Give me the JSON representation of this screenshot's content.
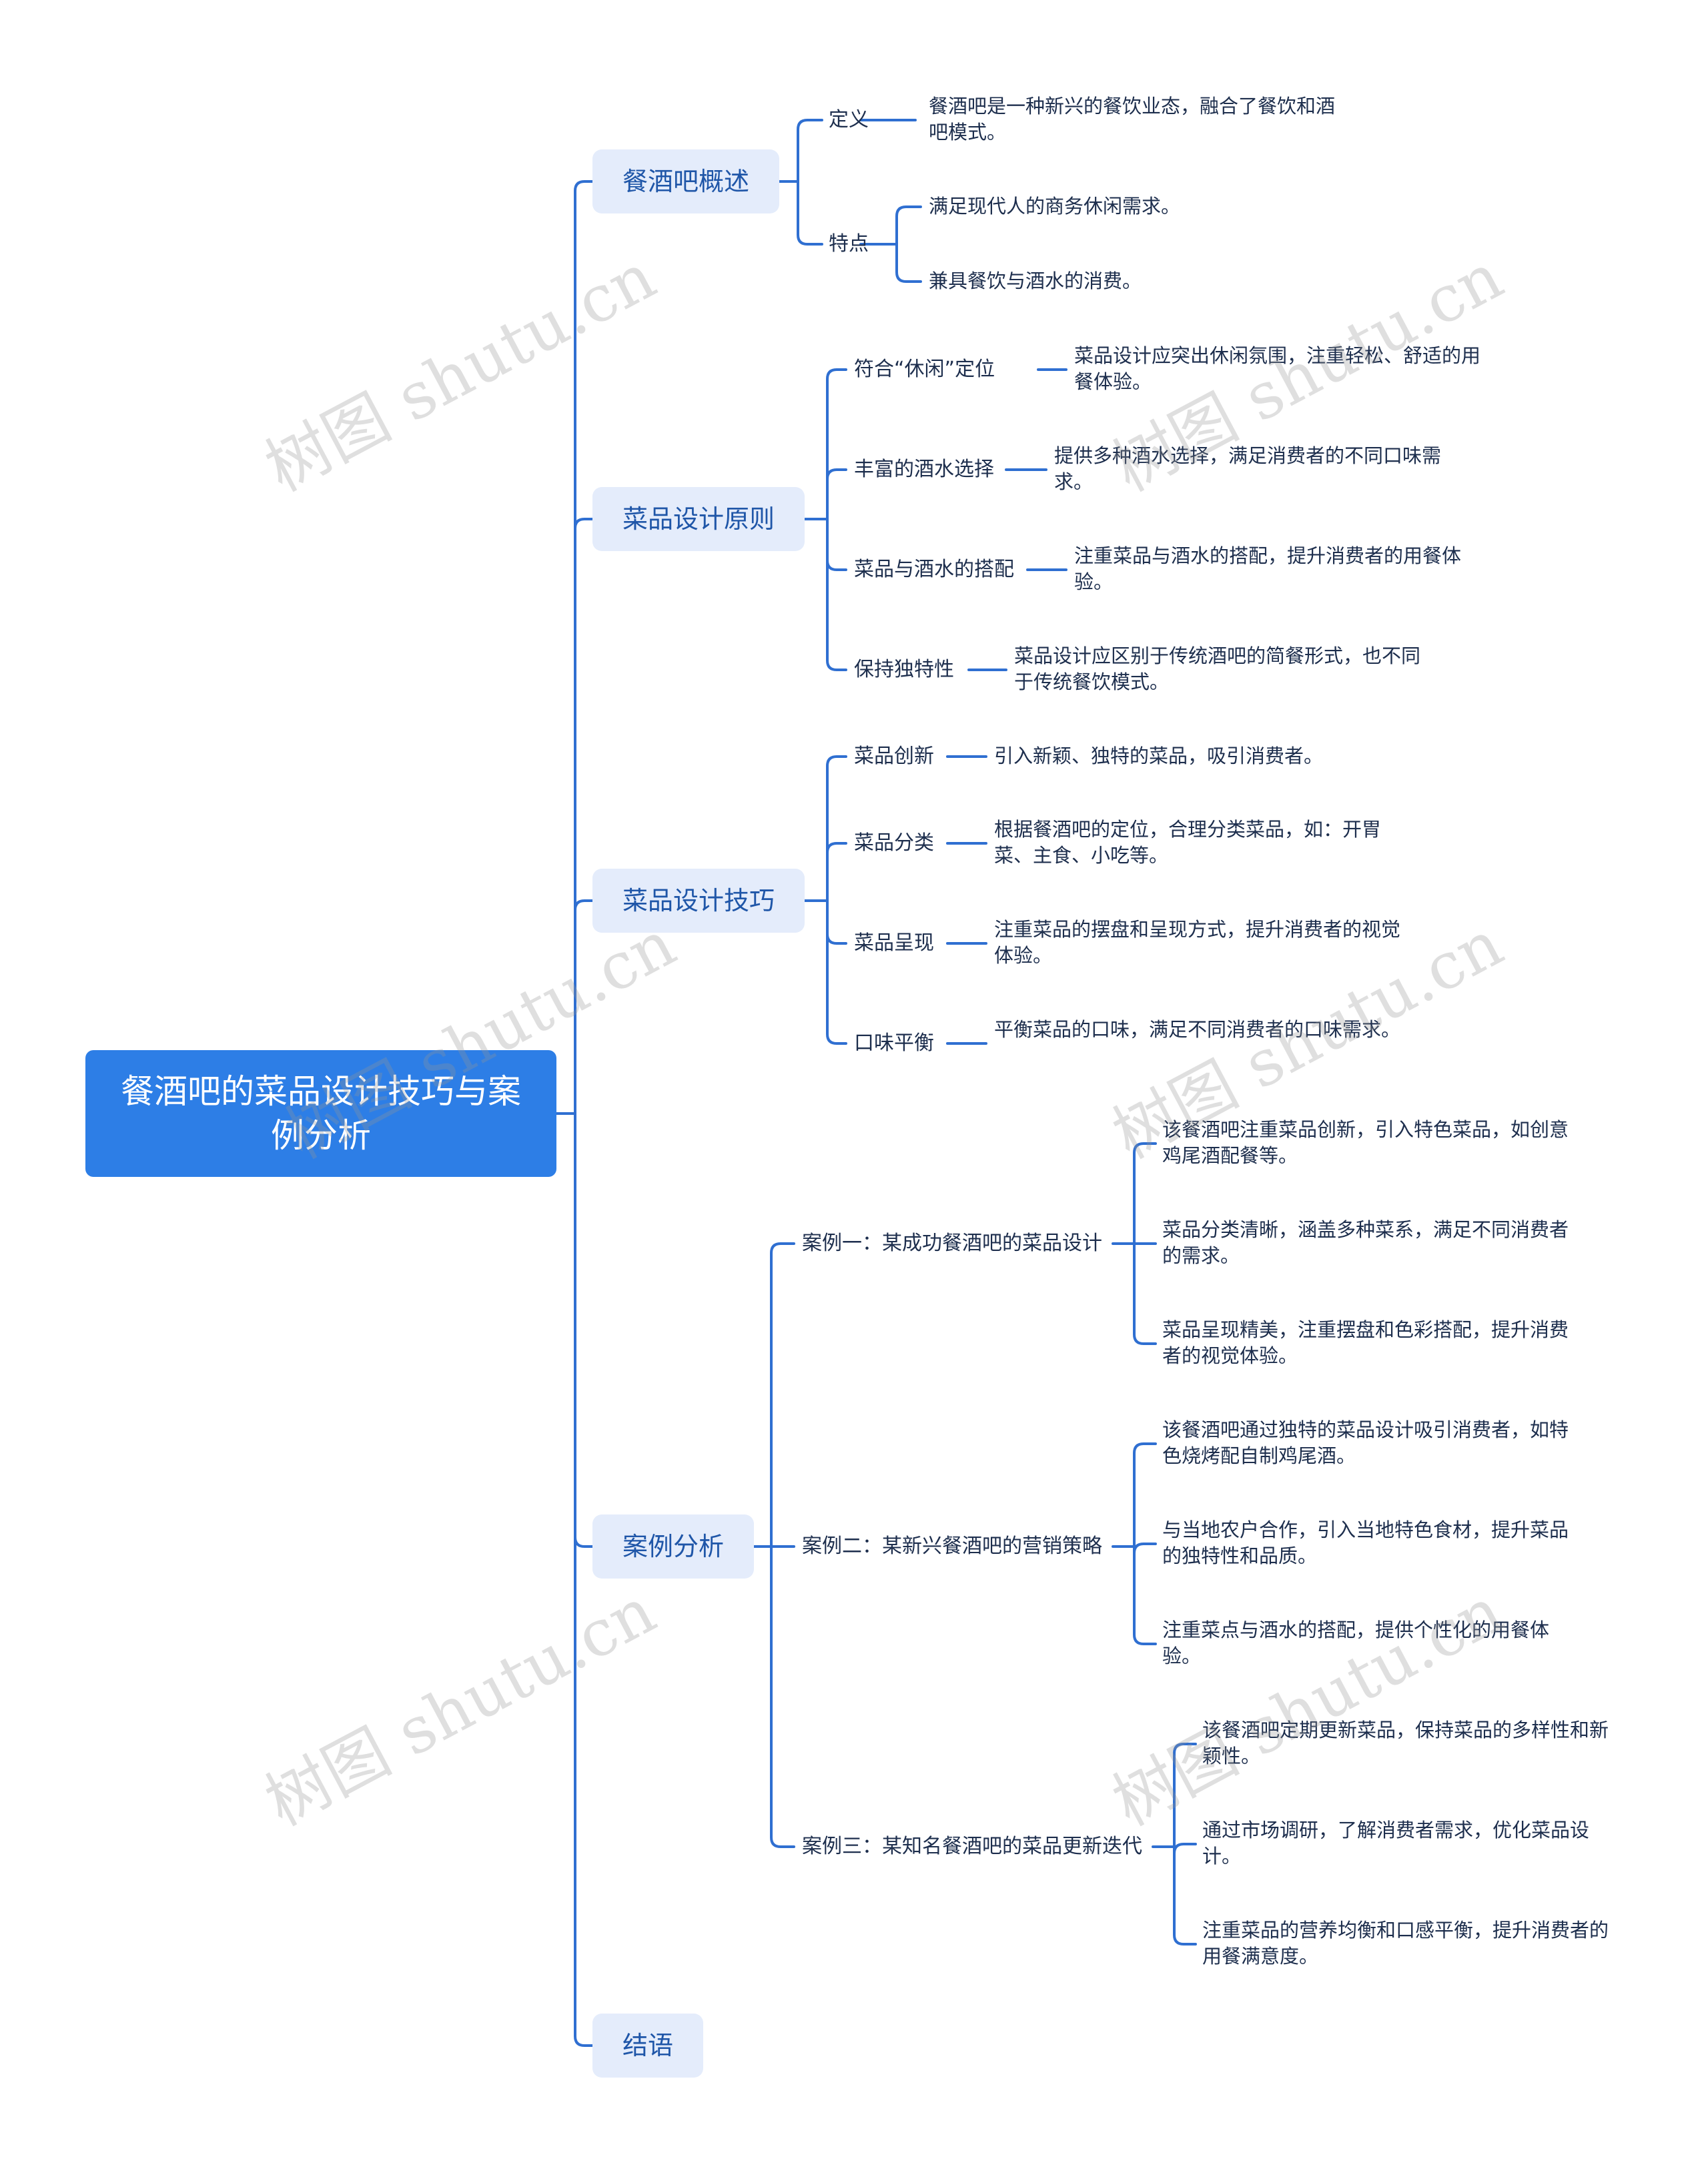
{
  "root": {
    "title": "餐酒吧的菜品设计技巧与案例分析"
  },
  "watermark": "树图 shutu.cn",
  "branches": [
    {
      "label": "餐酒吧概述",
      "items": [
        {
          "label": "定义",
          "details": [
            "餐酒吧是一种新兴的餐饮业态，融合了餐饮和酒吧模式。"
          ]
        },
        {
          "label": "特点",
          "details": [
            "满足现代人的商务休闲需求。",
            "兼具餐饮与酒水的消费。"
          ]
        }
      ]
    },
    {
      "label": "菜品设计原则",
      "items": [
        {
          "label": "符合“休闲”定位",
          "details": [
            "菜品设计应突出休闲氛围，注重轻松、舒适的用餐体验。"
          ]
        },
        {
          "label": "丰富的酒水选择",
          "details": [
            "提供多种酒水选择，满足消费者的不同口味需求。"
          ]
        },
        {
          "label": "菜品与酒水的搭配",
          "details": [
            "注重菜品与酒水的搭配，提升消费者的用餐体验。"
          ]
        },
        {
          "label": "保持独特性",
          "details": [
            "菜品设计应区别于传统酒吧的简餐形式，也不同于传统餐饮模式。"
          ]
        }
      ]
    },
    {
      "label": "菜品设计技巧",
      "items": [
        {
          "label": "菜品创新",
          "details": [
            "引入新颖、独特的菜品，吸引消费者。"
          ]
        },
        {
          "label": "菜品分类",
          "details": [
            "根据餐酒吧的定位，合理分类菜品，如：开胃菜、主食、小吃等。"
          ]
        },
        {
          "label": "菜品呈现",
          "details": [
            "注重菜品的摆盘和呈现方式，提升消费者的视觉体验。"
          ]
        },
        {
          "label": "口味平衡",
          "details": [
            "平衡菜品的口味，满足不同消费者的口味需求。"
          ]
        }
      ]
    },
    {
      "label": "案例分析",
      "items": [
        {
          "label": "案例一：某成功餐酒吧的菜品设计",
          "details": [
            "该餐酒吧注重菜品创新，引入特色菜品，如创意鸡尾酒配餐等。",
            "菜品分类清晰，涵盖多种菜系，满足不同消费者的需求。",
            "菜品呈现精美，注重摆盘和色彩搭配，提升消费者的视觉体验。"
          ]
        },
        {
          "label": "案例二：某新兴餐酒吧的营销策略",
          "details": [
            "该餐酒吧通过独特的菜品设计吸引消费者，如特色烧烤配自制鸡尾酒。",
            "与当地农户合作，引入当地特色食材，提升菜品的独特性和品质。",
            "注重菜点与酒水的搭配，提供个性化的用餐体验。"
          ]
        },
        {
          "label": "案例三：某知名餐酒吧的菜品更新迭代",
          "details": [
            "该餐酒吧定期更新菜品，保持菜品的多样性和新颖性。",
            "通过市场调研，了解消费者需求，优化菜品设计。",
            "注重菜品的营养均衡和口感平衡，提升消费者的用餐满意度。"
          ]
        }
      ]
    },
    {
      "label": "结语",
      "items": []
    }
  ]
}
